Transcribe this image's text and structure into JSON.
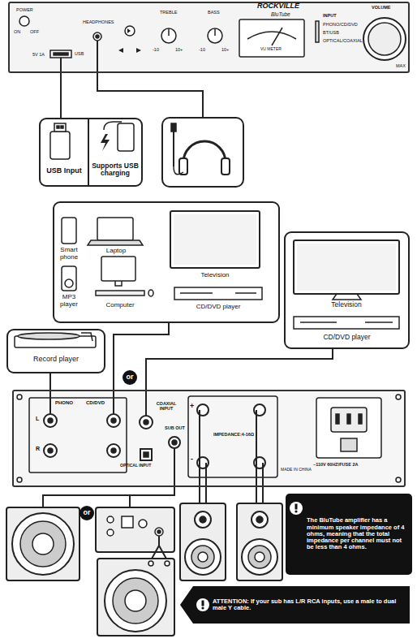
{
  "diagram": {
    "nodes": [
      {
        "text": [
          "POWER",
          "ON",
          "OFF",
          "USB",
          "5V 1A",
          "HEADPHONES",
          "TREBLE",
          "BASS",
          "-10",
          "10+",
          "-10",
          "10+",
          "ROCKVILLE",
          "BluTube",
          "VU METER",
          "INPUT",
          "PHONO/CD/DVD",
          "BT/USB",
          "OPTICAL/COAXIAL",
          "VOLUME",
          "MAX"
        ]
      },
      {
        "text": [
          "USB Input"
        ]
      },
      {
        "text": [
          "Supports USB charging"
        ]
      },
      {
        "text": [
          "Smart phone",
          "Laptop",
          "Television",
          "MP3 player",
          "Computer",
          "CD/DVD player"
        ]
      },
      {
        "text": [
          "Television",
          "CD/DVD player"
        ]
      },
      {
        "text": [
          "Record player"
        ]
      },
      {
        "text": [
          "or"
        ]
      },
      {
        "text": [
          "PHONO",
          "CD/DVD",
          "L",
          "R",
          "COAXIAL INPUT",
          "OPTICAL INPUT",
          "SUB OUT",
          "IMPEDANCE:4-16Ω",
          "+",
          "-",
          "MADE IN CHINA",
          "~110V 60HZ/FUSE 2A"
        ]
      },
      {
        "text": [
          "or"
        ]
      },
      {
        "text": [
          "The BluTube amplifier has a minimum speaker impedance of 4 ohms, meaning that the total impedance per channel must not be less than 4 ohms."
        ]
      },
      {
        "text": [
          "ATTENTION: If your sub has L/R RCA inputs, use a male to dual male Y cable."
        ]
      }
    ],
    "edges": [
      {
        "from": 1,
        "to": 0,
        "arrow": "none"
      },
      {
        "from": 3,
        "to": 7,
        "arrow": "none"
      },
      {
        "from": 4,
        "to": 7,
        "arrow": "none"
      },
      {
        "from": 5,
        "to": 7,
        "arrow": "none"
      }
    ]
  }
}
